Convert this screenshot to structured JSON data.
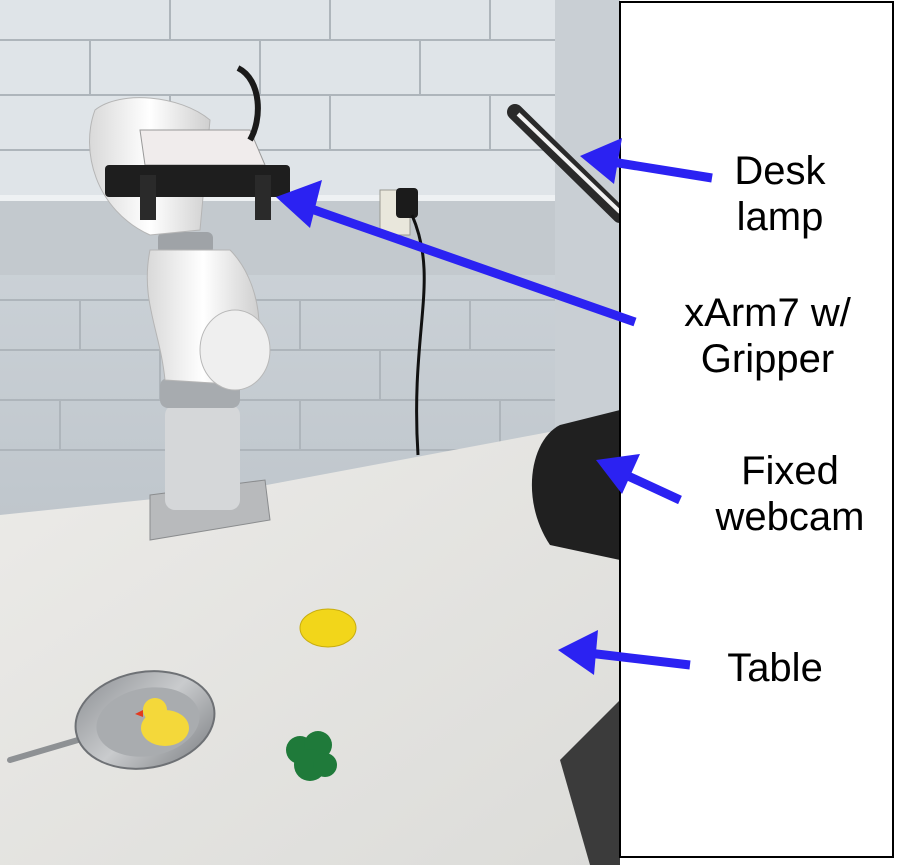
{
  "labels": {
    "desk_lamp": [
      "Desk",
      "lamp"
    ],
    "robot_arm": [
      "xArm7 w/",
      "Gripper"
    ],
    "webcam": [
      "Fixed",
      "webcam"
    ],
    "table": [
      "Table"
    ]
  },
  "colors": {
    "arrow": "#2b22f2",
    "wall": "#cdd3d8",
    "table": "#e8e8e6",
    "lemon": "#f2d61a",
    "broccoli": "#1f7a3a",
    "duck": "#f4d83a"
  }
}
